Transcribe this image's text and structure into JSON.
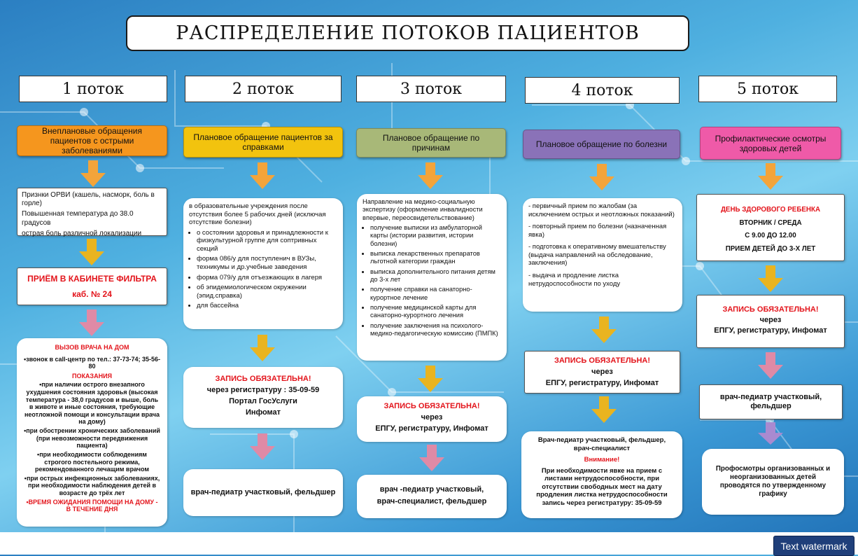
{
  "title": "РАСПРЕДЕЛЕНИЕ ПОТОКОВ ПАЦИЕНТОВ",
  "watermark": "Text watermark",
  "colors": {
    "orange": "#f5961e",
    "yellow": "#f2c30e",
    "olive": "#a8b878",
    "purple": "#8a72b8",
    "pink": "#ef5aa8",
    "arrow_orange": "#f3a43a",
    "arrow_yellow": "#e9b420",
    "arrow_pink": "#df8aa6",
    "arrow_purple": "#a98ad0"
  },
  "flows": {
    "f1": {
      "head": "1 поток",
      "category": "Внеплановые обращения пациентов с острыми заболеваниями",
      "symptoms": [
        "Признки ОРВИ (кашель, насморк, боль в горле)",
        "Повышенная температура до 38.0 градусов",
        "острая боль различной локализации"
      ],
      "filter_title": "ПРИЁМ В КАБИНЕТЕ ФИЛЬТРА",
      "filter_room": "каб. № 24",
      "home_title": "ВЫЗОВ ВРАЧА НА ДОМ",
      "home_phone": "•звонок в call-центр по тел.: 37-73-74; 35-56-80",
      "indications_title": "ПОКАЗАНИЯ",
      "indications": [
        "•при наличии острого внезапного ухудшения состояния здоровья (высокая температура - 38,0 градусов и выше, боль в животе и иные состояния, требующие неотложной помощи и консультации врача на дому)",
        "•при обострении хронических заболеваний (при невозможности передвижения пациента)",
        "•при необходимости соблюдениям строгого постельного режима, рекомендованного лечащим врачом",
        "•при острых инфекционных заболеваниях, при необходимости наблюдения детей в возрасте до трёх лет"
      ],
      "waiting": "•ВРЕМЯ ОЖИДАНИЯ ПОМОЩИ НА ДОМУ - В ТЕЧЕНИЕ ДНЯ"
    },
    "f2": {
      "head": "2 поток",
      "category": "Плановое обращение пациентов за справками",
      "intro": "в образовательные учреждения после отсутствия более 5 рабочих дней (исключая отсутствие болезни)",
      "items": [
        "о состоянии здоровья и принадлежности к физкультурной группе для соптривных секций",
        "форма 086/у для поступленич в ВУЗы, техникумы и др.учебные заведения",
        "форма 079/у для отъезжающих в лагеря",
        "об эпидемиологическом окружении (эпид.справка)",
        "для бассейна"
      ],
      "record_title": "ЗАПИСЬ ОБЯЗАТЕЛЬНА!",
      "record_lines": [
        "через регистратуру : 35-09-59",
        "Портал ГосУслуги",
        "Инфомат"
      ],
      "doctor": "врач-педиатр участковый, фельдшер"
    },
    "f3": {
      "head": "3 поток",
      "category": "Плановое обращение по причинам",
      "intro": "Направление на медико-социальную экспертизу (оформление инвалидности впервые, переосвидетельствование)",
      "items": [
        "получение выписки из амбулаторной карты (истории развития, истории болезни)",
        "выписка лекарственных препаратов льготной категории граждан",
        "выписка дополнительного питания детям до 3-х лет",
        "получение справки на санаторно-курортное лечение",
        "получение медицинской карты для санаторно-курортного лечения",
        "получение заключения на психолого-медико-педагогическую комиссию (ПМПК)"
      ],
      "record_title": "ЗАПИСЬ ОБЯЗАТЕЛЬНА!",
      "record_via": "через",
      "record_line": "ЕПГУ, регистратуру, Инфомат",
      "doctor_1": "врач -педиатр участковый,",
      "doctor_2": "врач-специалист, фельдшер"
    },
    "f4": {
      "head": "4 поток",
      "category": "Плановое обращение по болезни",
      "items": [
        "- первичный прием по жалобам (за исключением острых и неотложных показаний)",
        "- повторный прием по болезни (назначенная явка)",
        "- подготовка к оперативному вмешательству (выдача направлений на обследование, заключения)",
        "- выдача и продление листка нетрудоспособности по уходу"
      ],
      "record_title": "ЗАПИСЬ ОБЯЗАТЕЛЬНА!",
      "record_via": "через",
      "record_line": "ЕПГУ, регистратуру, Инфомат",
      "doctor": "Врач-педиатр участковый, фельдшер, врач-специалист",
      "attention": "Внимание!",
      "note": "При необходимости явке на прием с листами нетрудоспособности, при отсутствии свободных мест на дату продления листка нетрудоспособности запись через регистратуру: 35-09-59"
    },
    "f5": {
      "head": "5 поток",
      "category": "Профилактические осмотры здоровых детей",
      "day_title": "ДЕНЬ ЗДОРОВОГО РЕБЕНКА",
      "days": "ВТОРНИК / СРЕДА",
      "hours": "С 9.00 ДО 12.00",
      "age": "ПРИЕМ ДЕТЕЙ ДО 3-Х ЛЕТ",
      "record_title": "ЗАПИСЬ ОБЯЗАТЕЛЬНА!",
      "record_via": "через",
      "record_line": "ЕПГУ, регистратуру, Инфомат",
      "doctor": "врач-педиатр участковый, фельдшер",
      "note": "Профосмотры организованных и неорганизованных детей проводятся по утвержденному графику"
    }
  }
}
